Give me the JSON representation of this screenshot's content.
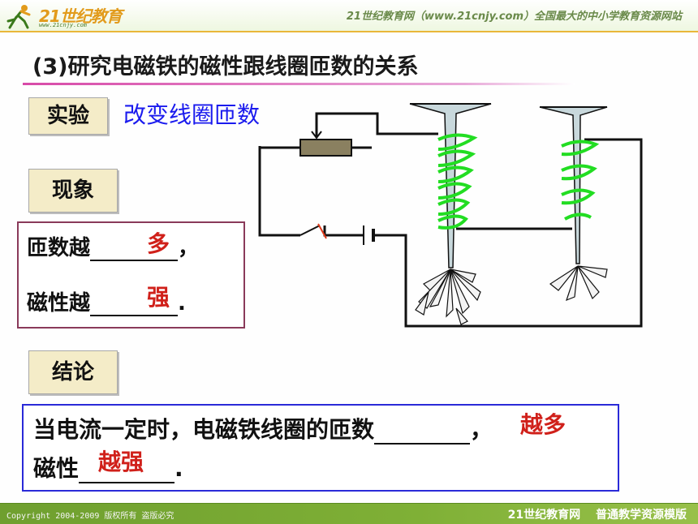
{
  "header": {
    "logo_text": "21世纪教育",
    "logo_sub": "www.21cnjy.com",
    "site_title": "21世纪教育网（www.21cnjy.com）全国最大的中小学教育资源网站"
  },
  "title": "(3)研究电磁铁的磁性跟线圈匝数的关系",
  "experiment": {
    "label": "实验",
    "description": "改变线圈匝数"
  },
  "phenomenon": {
    "label": "现象",
    "line1_prefix": "匝数越",
    "line1_answer": "多",
    "line1_suffix": "，",
    "line2_prefix": "磁性越",
    "line2_answer": "强",
    "line2_suffix": "."
  },
  "conclusion": {
    "label": "结论",
    "line1_prefix": "当电流一定时，电磁铁线圈的匝数",
    "line1_answer": "越多",
    "line1_suffix": "，",
    "line2_prefix": "磁性",
    "line2_answer": "越强",
    "line2_suffix": "."
  },
  "footer": {
    "copyright": "Copyright 2004-2009 版权所有 盗版必究",
    "brand": "21世纪教育网",
    "template_name": "普通教学资源模版"
  },
  "colors": {
    "accent_gold": "#e9b73a",
    "footer_green": "#7fb036",
    "answer_red": "#d0201a",
    "description_blue": "#1a1aee",
    "coil_green": "#22dd22"
  }
}
